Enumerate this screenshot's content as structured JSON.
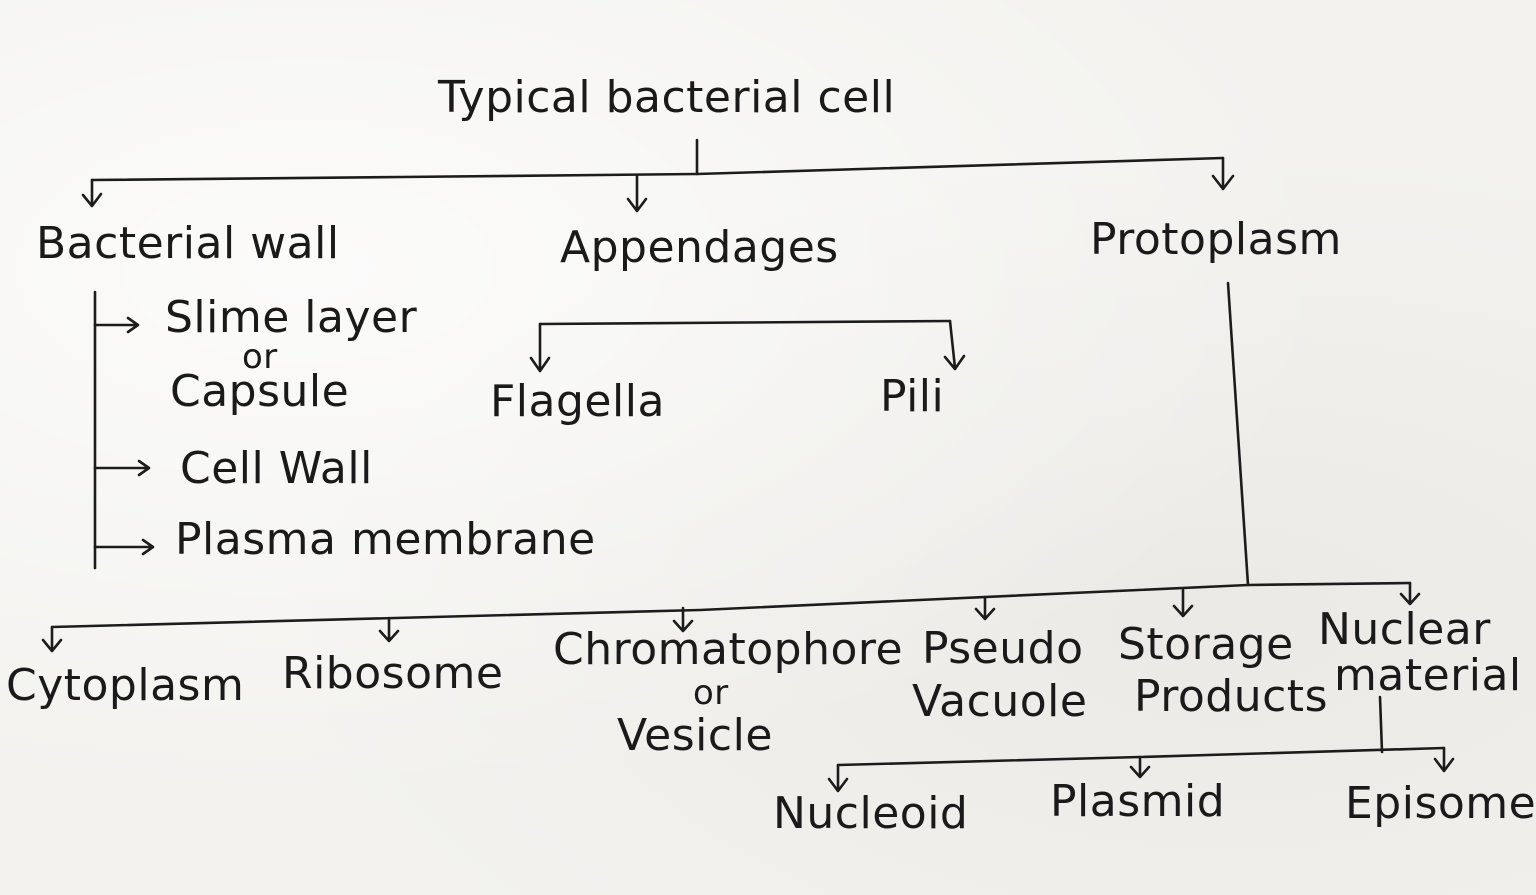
{
  "root": "Typical bacterial cell",
  "branches": {
    "bacterial_wall": {
      "label": "Bacterial wall",
      "items": {
        "slime_layer": "Slime layer",
        "or": "or",
        "capsule": "Capsule",
        "cell_wall": "Cell Wall",
        "plasma_membrane": "Plasma membrane"
      }
    },
    "appendages": {
      "label": "Appendages",
      "items": {
        "flagella": "Flagella",
        "pili": "Pili"
      }
    },
    "protoplasm": {
      "label": "Protoplasm",
      "items": {
        "cytoplasm": "Cytoplasm",
        "ribosome": "Ribosome",
        "chromatophore": "Chromatophore",
        "chromatophore_or": "or",
        "vesicle": "Vesicle",
        "pseudo": "Pseudo",
        "vacuole": "Vacuole",
        "storage": "Storage",
        "products": "Products",
        "nuclear": "Nuclear",
        "material": "material"
      }
    },
    "nuclear_material": {
      "items": {
        "nucleoid": "Nucleoid",
        "plasmid": "Plasmid",
        "episome": "Episome"
      }
    }
  }
}
